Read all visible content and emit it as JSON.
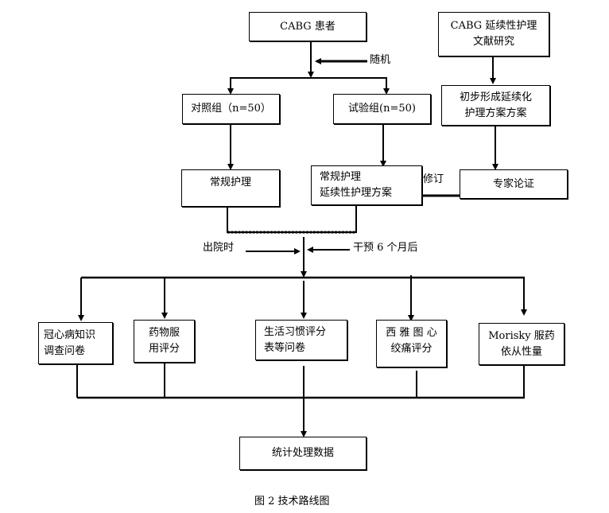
{
  "diagram": {
    "caption": "图 2 技术路线图",
    "nodes": {
      "patients": "CABG 患者",
      "literature": [
        "CABG 延续性护理",
        "文献研究"
      ],
      "control": "对照组（n=50）",
      "experimental": "试验组(n=50)",
      "preliminary": [
        "初步形成延续化",
        "护理方案方案"
      ],
      "routine_care": "常规护理",
      "exp_care": [
        "常规护理",
        "延续性护理方案"
      ],
      "expert": "专家论证",
      "chd_knowledge": [
        "冠心病知识",
        "调查问卷"
      ],
      "medication": [
        "药物服",
        "用评分"
      ],
      "lifestyle": [
        "生活习惯评分",
        "表等问卷"
      ],
      "seattle": [
        "西 雅 图 心",
        "绞痛评分"
      ],
      "morisky": [
        "Morisky 服药",
        "依从性量"
      ],
      "statistics": "统计处理数据"
    },
    "labels": {
      "random": "随机",
      "revise": "修订",
      "discharge": "出院时",
      "six_months": "干预 6 个月后"
    }
  }
}
